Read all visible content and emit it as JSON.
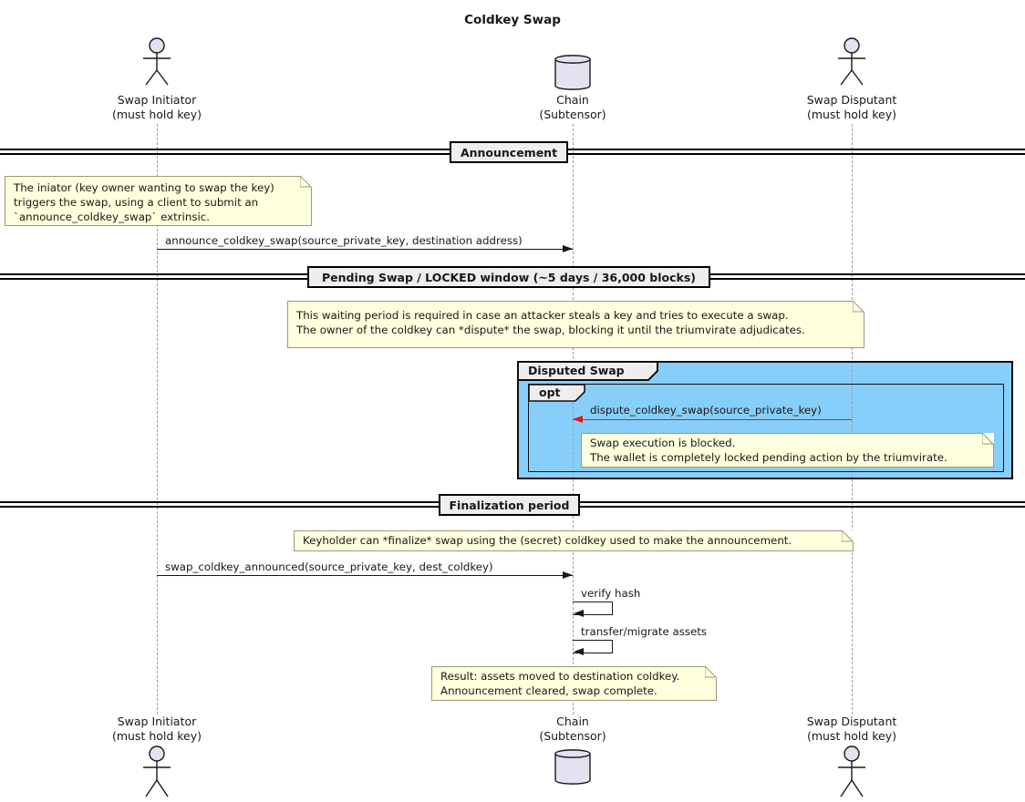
{
  "title": "Coldkey Swap",
  "participants": [
    {
      "id": "initiator",
      "type": "actor",
      "line1": "Swap Initiator",
      "line2": "(must hold key)"
    },
    {
      "id": "chain",
      "type": "database",
      "line1": "Chain",
      "line2": "(Subtensor)"
    },
    {
      "id": "disputant",
      "type": "actor",
      "line1": "Swap Disputant",
      "line2": "(must hold key)"
    }
  ],
  "dividers": [
    {
      "label": "Announcement"
    },
    {
      "label": "Pending Swap / LOCKED window (~5 days / 36,000 blocks)"
    },
    {
      "label": "Finalization period"
    }
  ],
  "notes": [
    {
      "lines": [
        "The iniator (key owner wanting to swap the key)",
        "triggers the swap, using a client to submit an",
        "`announce_coldkey_swap` extrinsic."
      ]
    },
    {
      "lines": [
        "This waiting period is required in case an attacker steals a key and tries to execute a swap.",
        "The owner of the coldkey can *dispute* the swap, blocking it until the triumvirate adjudicates."
      ]
    },
    {
      "lines": [
        "Swap execution is blocked.",
        "The wallet is completely locked pending action by the triumvirate."
      ]
    },
    {
      "lines": [
        "Keyholder can *finalize* swap using the (secret) coldkey used to make the announcement."
      ]
    },
    {
      "lines": [
        "Result: assets moved to destination coldkey.",
        "Announcement cleared, swap complete."
      ]
    }
  ],
  "messages": [
    {
      "label": "announce_coldkey_swap(source_private_key, destination address)",
      "from": "Swap Initiator",
      "to": "Chain"
    },
    {
      "label": "dispute_coldkey_swap(source_private_key)",
      "from": "Swap Disputant",
      "to": "Chain",
      "color": "#E01818"
    },
    {
      "label": "swap_coldkey_announced(source_private_key, dest_coldkey)",
      "from": "Swap Initiator",
      "to": "Chain"
    },
    {
      "label": "verify hash",
      "from": "Chain",
      "to": "Chain"
    },
    {
      "label": "transfer/migrate assets",
      "from": "Chain",
      "to": "Chain"
    }
  ],
  "groups": [
    {
      "label": "Disputed Swap"
    },
    {
      "label": "opt"
    }
  ],
  "colors": {
    "note_bg": "#FEFFDD",
    "note_border": "#9B9B77",
    "group_bg": "#87CEFA",
    "label_box_bg": "#EEEEEE",
    "shape_fill": "#E2E2F0",
    "line": "#181818",
    "red_arrow": "#E01818",
    "lifeline": "#A0A0A0"
  }
}
